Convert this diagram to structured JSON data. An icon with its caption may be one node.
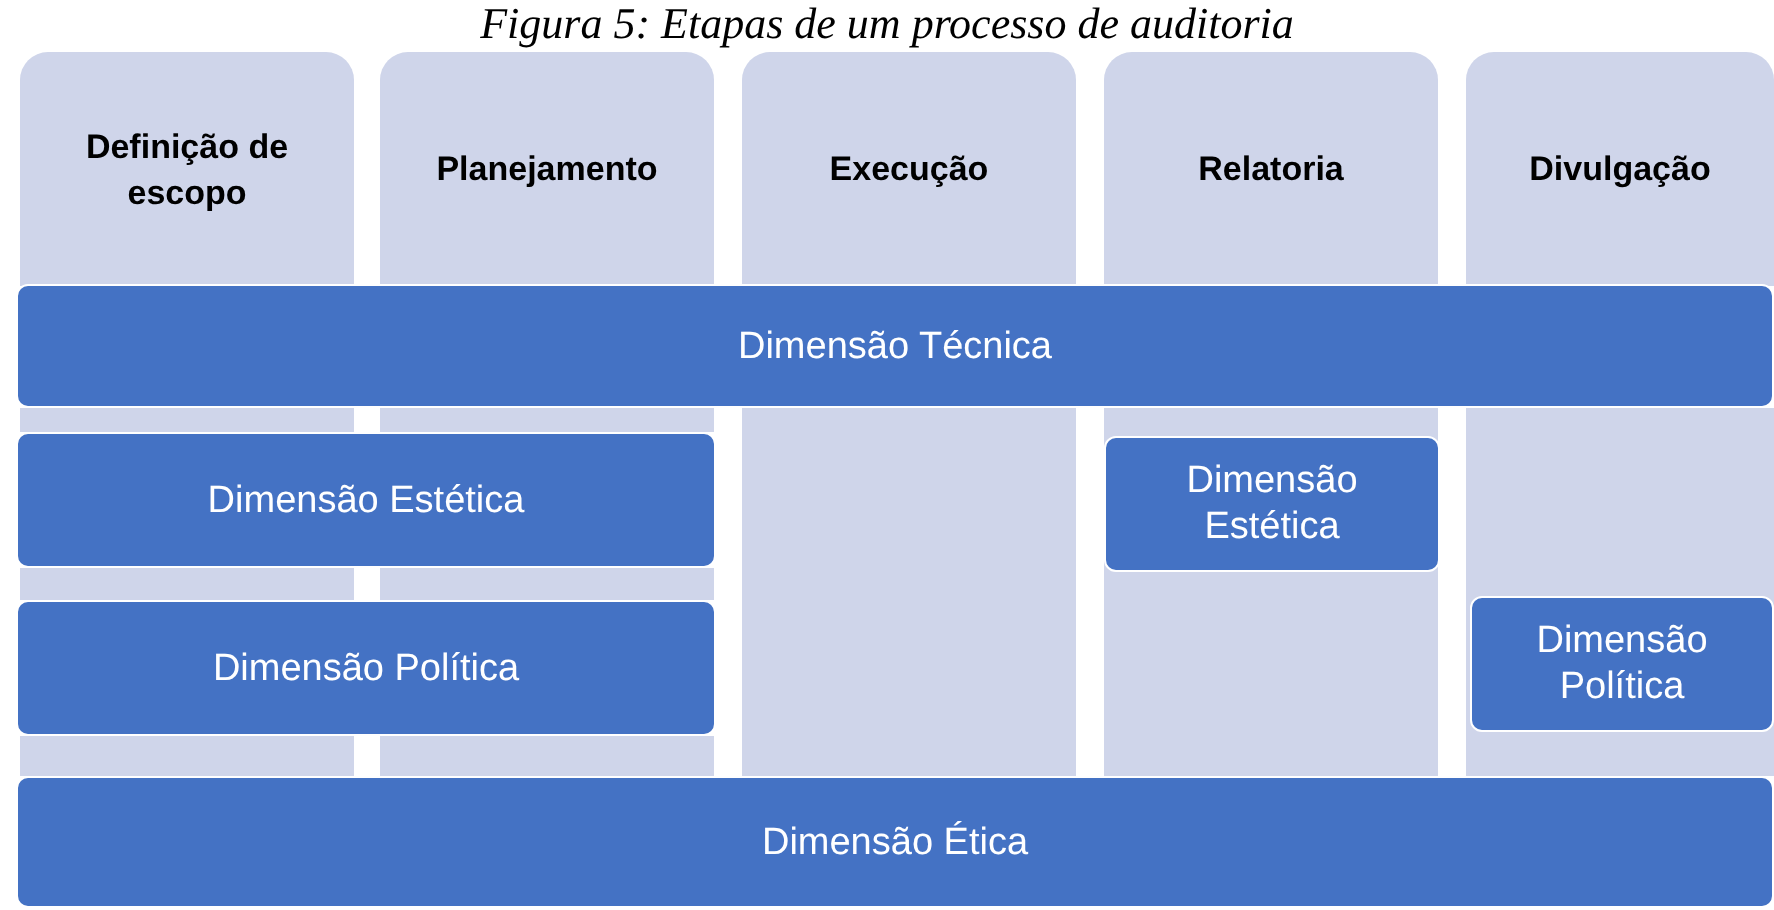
{
  "diagram": {
    "title": "Figura 5: Etapas de um processo de auditoria",
    "nodes": [
      {
        "text": [
          "Definição de escopo"
        ]
      },
      {
        "text": [
          "Planejamento"
        ]
      },
      {
        "text": [
          "Execução"
        ]
      },
      {
        "text": [
          "Relatoria"
        ]
      },
      {
        "text": [
          "Divulgação"
        ]
      },
      {
        "text": [
          "Dimensão Técnica"
        ]
      },
      {
        "text": [
          "Dimensão Estética"
        ]
      },
      {
        "text": [
          "Dimensão Estética"
        ]
      },
      {
        "text": [
          "Dimensão Política"
        ]
      },
      {
        "text": [
          "Dimensão Política"
        ]
      },
      {
        "text": [
          "Dimensão Ética"
        ]
      }
    ],
    "edges": []
  }
}
